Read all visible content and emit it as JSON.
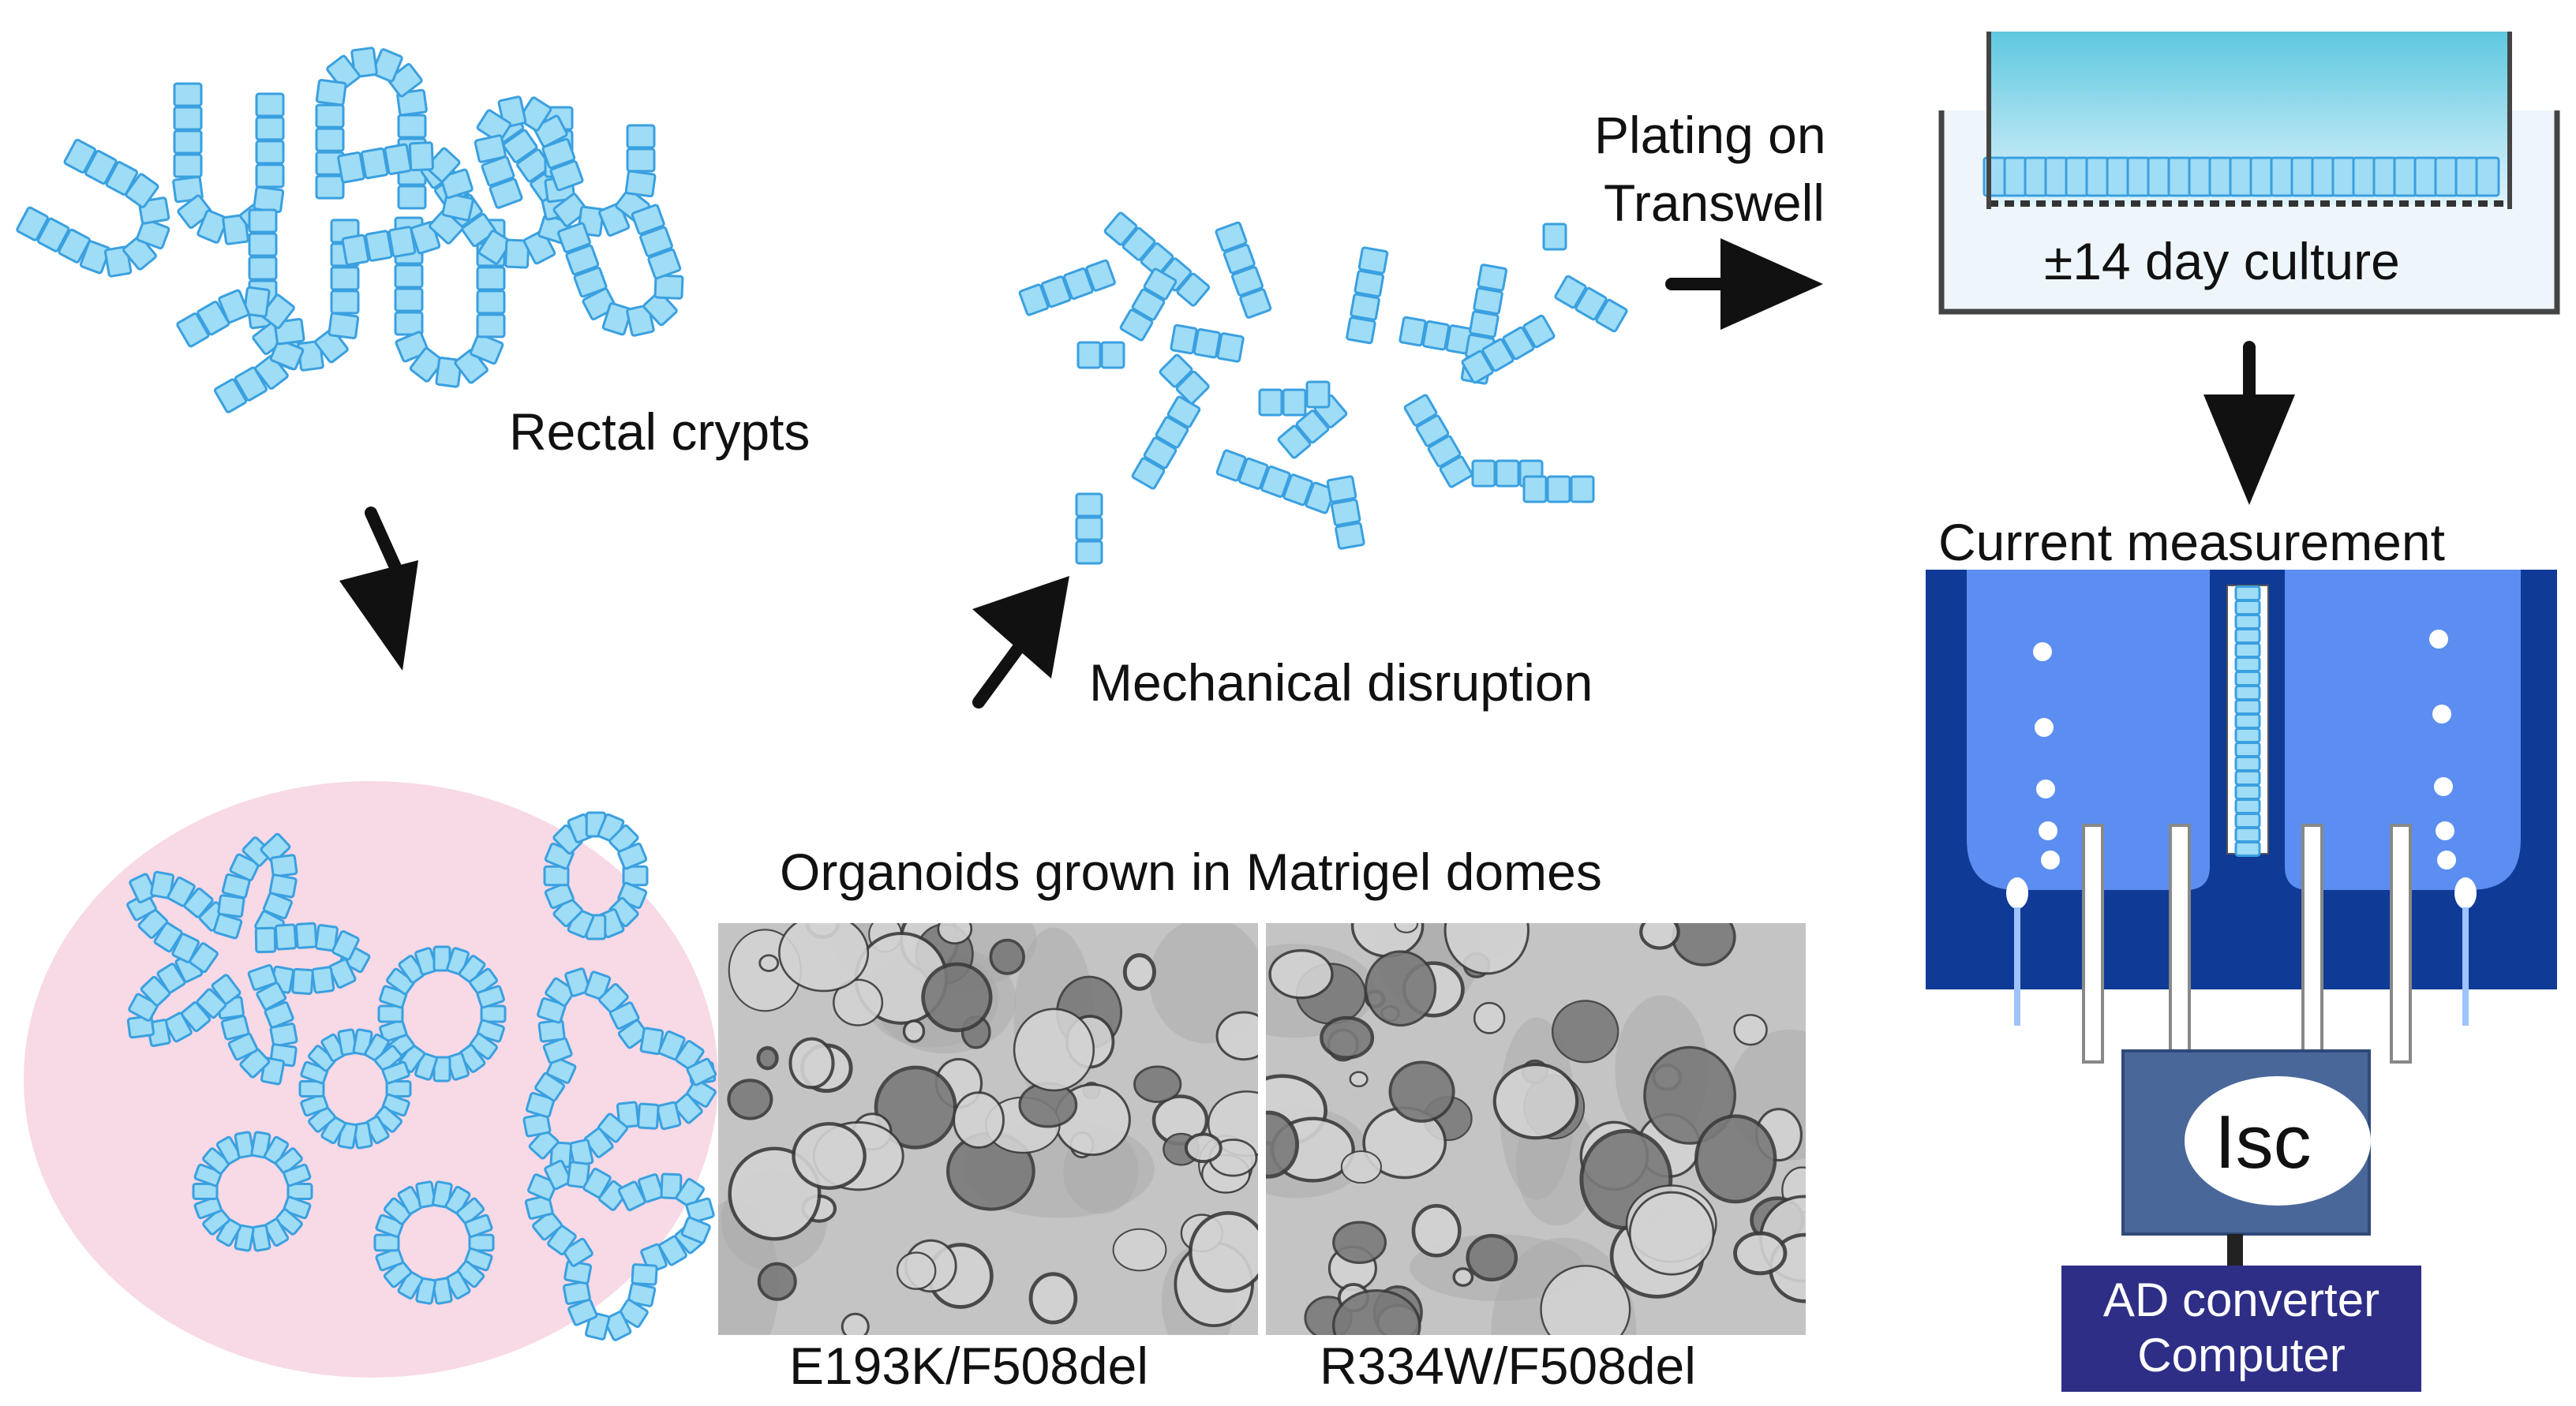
{
  "labels": {
    "rectal_crypts": "Rectal crypts",
    "mechanical_disruption": "Mechanical disruption",
    "plating_on_transwell": [
      "Plating on",
      "Transwell"
    ],
    "culture": "±14 day culture",
    "current_measurement": "Current measurement",
    "organoids_grown": "Organoids grown in Matrigel domes",
    "isc": "Isc",
    "ad_converter": [
      "AD converter",
      "Computer"
    ]
  },
  "photos": [
    {
      "caption": "E193K/F508del"
    },
    {
      "caption": "R334W/F508del"
    }
  ],
  "colors": {
    "cell_fill": "#9fdcf5",
    "cell_stroke": "#3aa0e0",
    "matrigel_pink": "#f8d9e6",
    "chamber_dark": "#0f3a96",
    "chamber_light": "#5b8ef0",
    "electrode_box": "#4a679a",
    "ad_box": "#2e2e86"
  }
}
